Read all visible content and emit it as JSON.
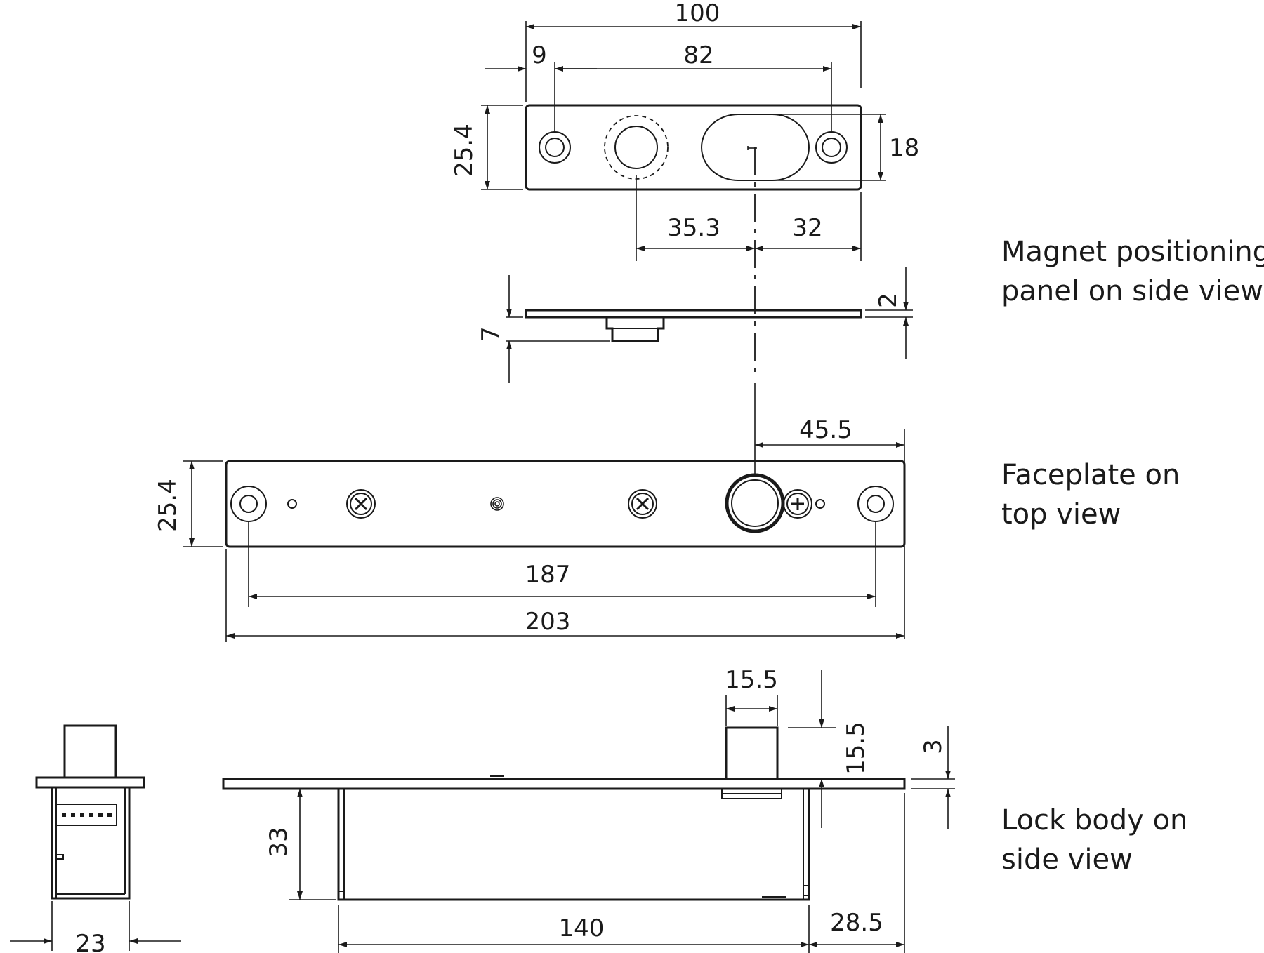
{
  "views": {
    "magnet_panel": {
      "label_line1": "Magnet positioning",
      "label_line2": "panel on side view",
      "dims": {
        "overall_length": "100",
        "hole_offset": "9",
        "hole_spacing": "82",
        "height": "25.4",
        "slot_height": "18",
        "boss_to_center": "35.3",
        "center_to_end": "32",
        "side_thickness": "2",
        "side_depth": "7"
      }
    },
    "faceplate": {
      "label_line1": "Faceplate on",
      "label_line2": "top view",
      "dims": {
        "height": "25.4",
        "bolt_to_end": "45.5",
        "hole_spacing": "187",
        "overall_length": "203"
      }
    },
    "lock_body": {
      "label_line1": "Lock body on",
      "label_line2": "side view",
      "dims": {
        "bolt_width": "15.5",
        "bolt_projection": "15.5",
        "plate_thickness": "3",
        "body_depth": "33",
        "end_width": "23",
        "body_length": "140",
        "body_to_end": "28.5"
      }
    }
  }
}
